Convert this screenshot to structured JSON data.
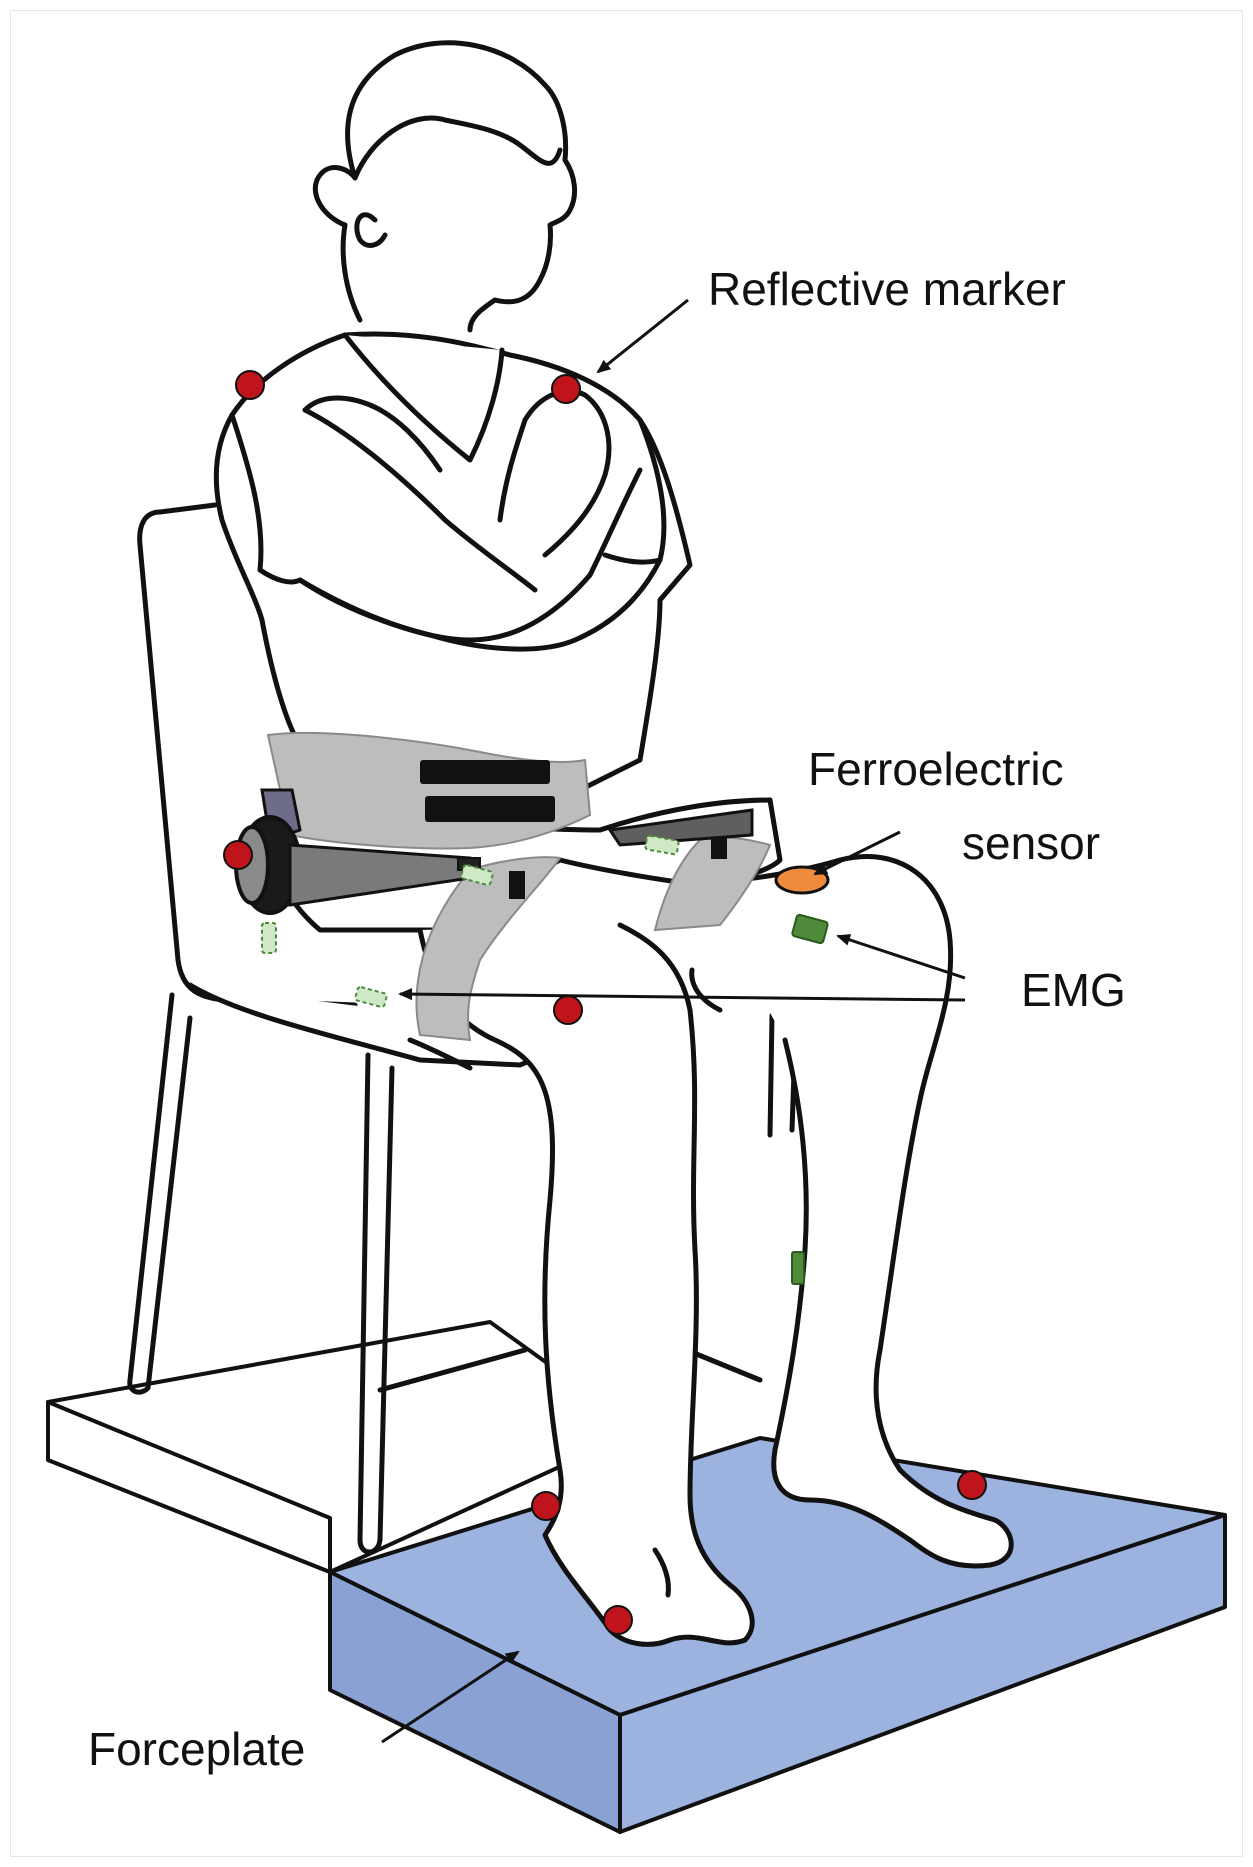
{
  "labels": {
    "reflective_marker": "Reflective marker",
    "ferroelectric_line1": "Ferroelectric",
    "ferroelectric_line2": "sensor",
    "emg": "EMG",
    "forceplate": "Forceplate"
  },
  "colors": {
    "outline": "#111111",
    "marker": "#c0141c",
    "forceplate": "#9db3df",
    "forceplate_side": "#8aa2d3",
    "belt": "#bdbdbd",
    "emg_green": "#4e8a3a",
    "emg_dashed": "#cfe8c6",
    "ferroelectric_sensor": "#f08a3c"
  },
  "icons": {
    "reflective_marker": "red-dot",
    "ferroelectric_sensor": "orange-oval",
    "emg_sensor": "green-rectangle"
  }
}
